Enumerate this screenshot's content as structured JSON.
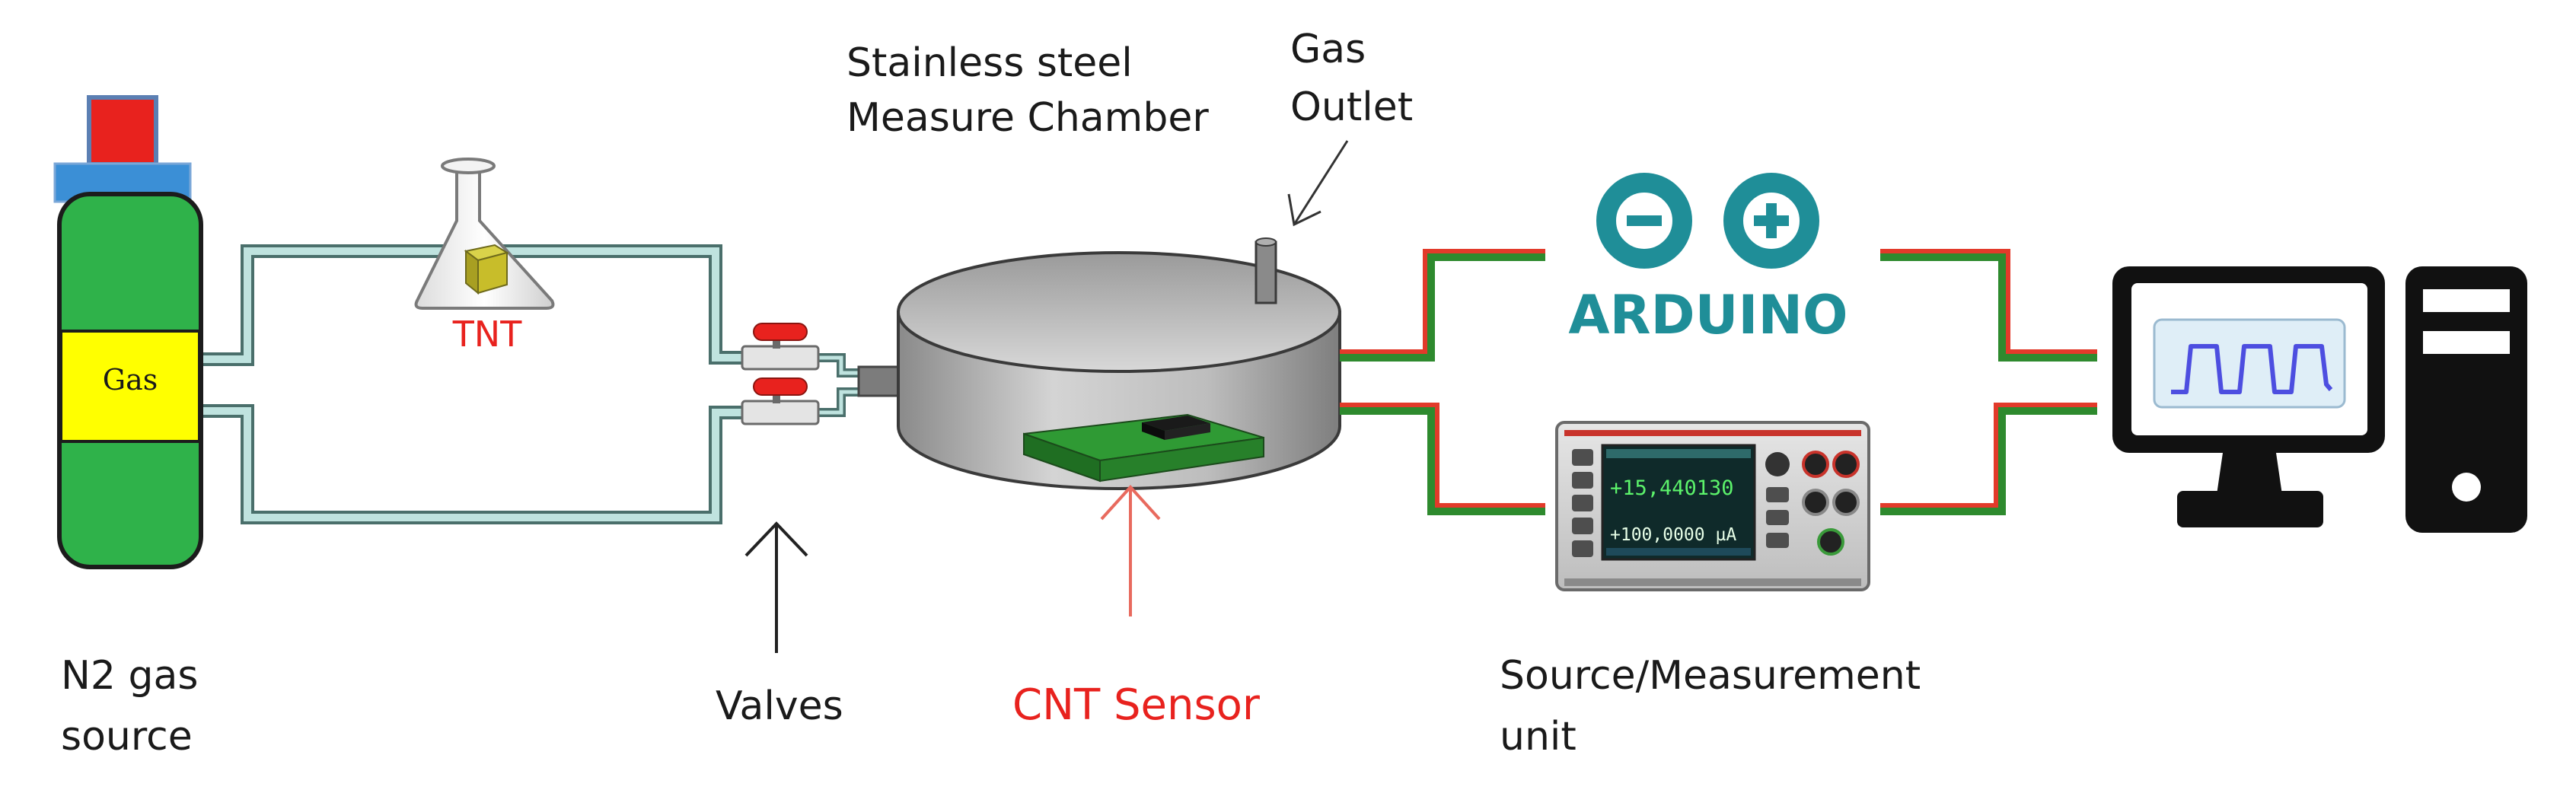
{
  "labels": {
    "n2_source": [
      "N2 gas",
      "source"
    ],
    "cylinder_text": "Gas",
    "tnt": "TNT",
    "valves": "Valves",
    "chamber": [
      "Stainless steel",
      "Measure Chamber"
    ],
    "gas_outlet": [
      "Gas",
      "Outlet"
    ],
    "cnt_sensor": "CNT Sensor",
    "smu": [
      "Source/Measurement",
      "unit"
    ],
    "arduino": "ARDUINO",
    "smu_display_reading_1": "+15,440130",
    "smu_display_reading_2": "+100,0000 µA"
  },
  "icons": {
    "arduino_logo": "arduino-infinity-logo",
    "computer": "desktop-computer-icon"
  },
  "colors": {
    "label_text": "#1a1a1a",
    "highlight_text": "#e8221e",
    "gas_cylinder_body": "#2fb24a",
    "gas_cylinder_band": "#ffff00",
    "gas_cylinder_cap": "#e8221e",
    "gas_cylinder_neck": "#3b8fd6",
    "tube": "#8cc9c4",
    "wire_red": "#e23a2a",
    "wire_green": "#2e8a2e",
    "arduino_teal": "#1f8e98",
    "sensor_board": "#2c8a2c"
  }
}
